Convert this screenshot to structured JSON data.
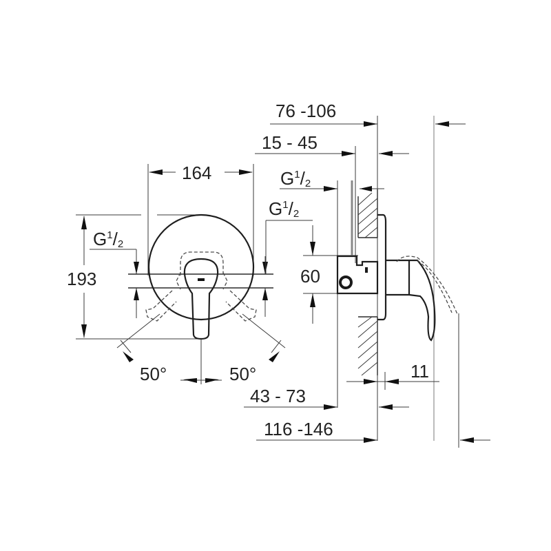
{
  "drawing": {
    "type": "technical dimension drawing",
    "subject": "single-lever concealed shower mixer with round escutcheon",
    "views": [
      "front view",
      "side section view"
    ],
    "colors": {
      "line": "#2a2a2a",
      "background": "#ffffff"
    }
  },
  "front_view": {
    "width_label": "164",
    "height_label": "193",
    "thread_label_left": {
      "main": "G",
      "num": "1",
      "slash": "/",
      "den": "2"
    },
    "angle_left": "50°",
    "angle_right": "50°"
  },
  "side_view": {
    "depth_total": "76 -106",
    "depth_wall": "15 - 45",
    "thread_top": {
      "main": "G",
      "num": "1",
      "slash": "/",
      "den": "2"
    },
    "thread_mid": {
      "main": "G",
      "num": "1",
      "slash": "/",
      "den": "2"
    },
    "connection_spacing": "60",
    "escutcheon_thickness": "11",
    "body_depth": "43 - 73",
    "overall_depth": "116 -146"
  }
}
